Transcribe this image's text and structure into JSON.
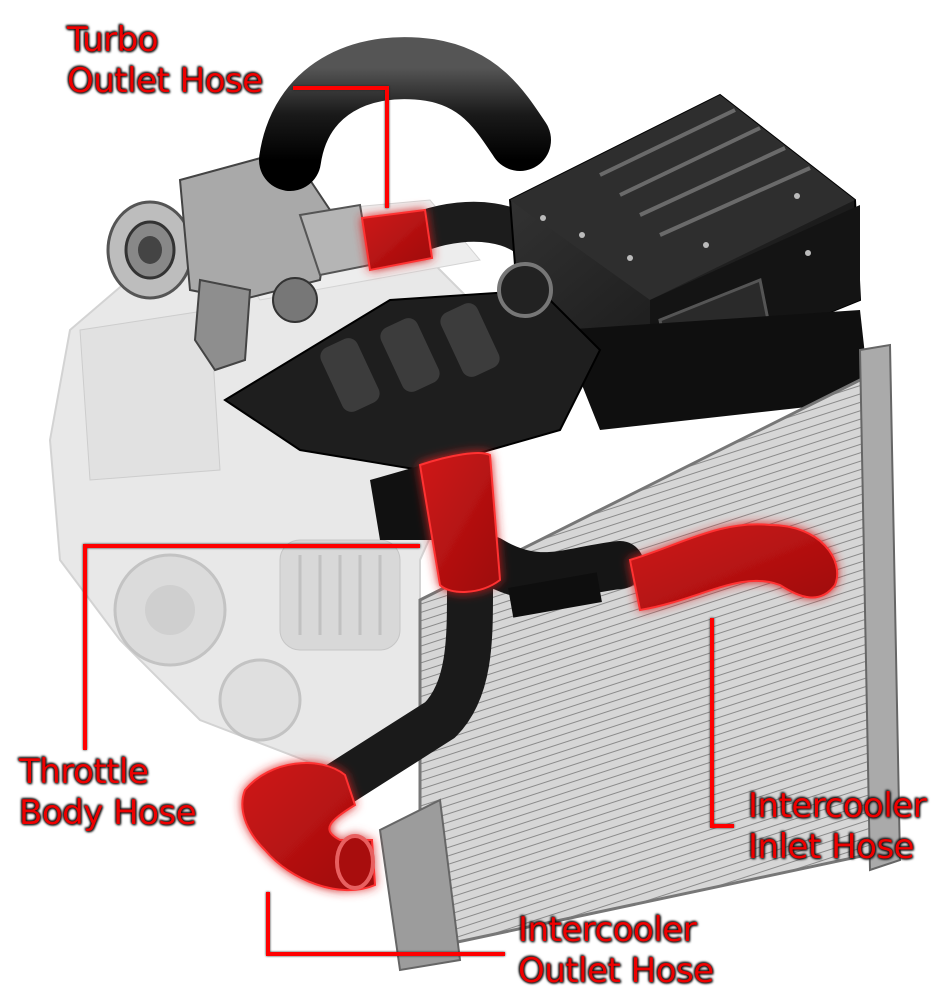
{
  "diagram": {
    "subject": "Turbocharged engine intake/charge-air hose layout",
    "highlight_color": "#e00000",
    "line_color": "#ff0000",
    "labels": [
      {
        "id": "turbo-outlet-hose",
        "line1": "Turbo",
        "line2": "Outlet Hose"
      },
      {
        "id": "throttle-body-hose",
        "line1": "Throttle",
        "line2": "Body Hose"
      },
      {
        "id": "intercooler-outlet-hose",
        "line1": "Intercooler",
        "line2": "Outlet Hose"
      },
      {
        "id": "intercooler-inlet-hose",
        "line1": "Intercooler",
        "line2": "Inlet Hose"
      }
    ],
    "components": [
      "turbocharger",
      "engine-block",
      "intake-manifold",
      "air-filter-box",
      "intercooler",
      "charge-pipes"
    ]
  }
}
